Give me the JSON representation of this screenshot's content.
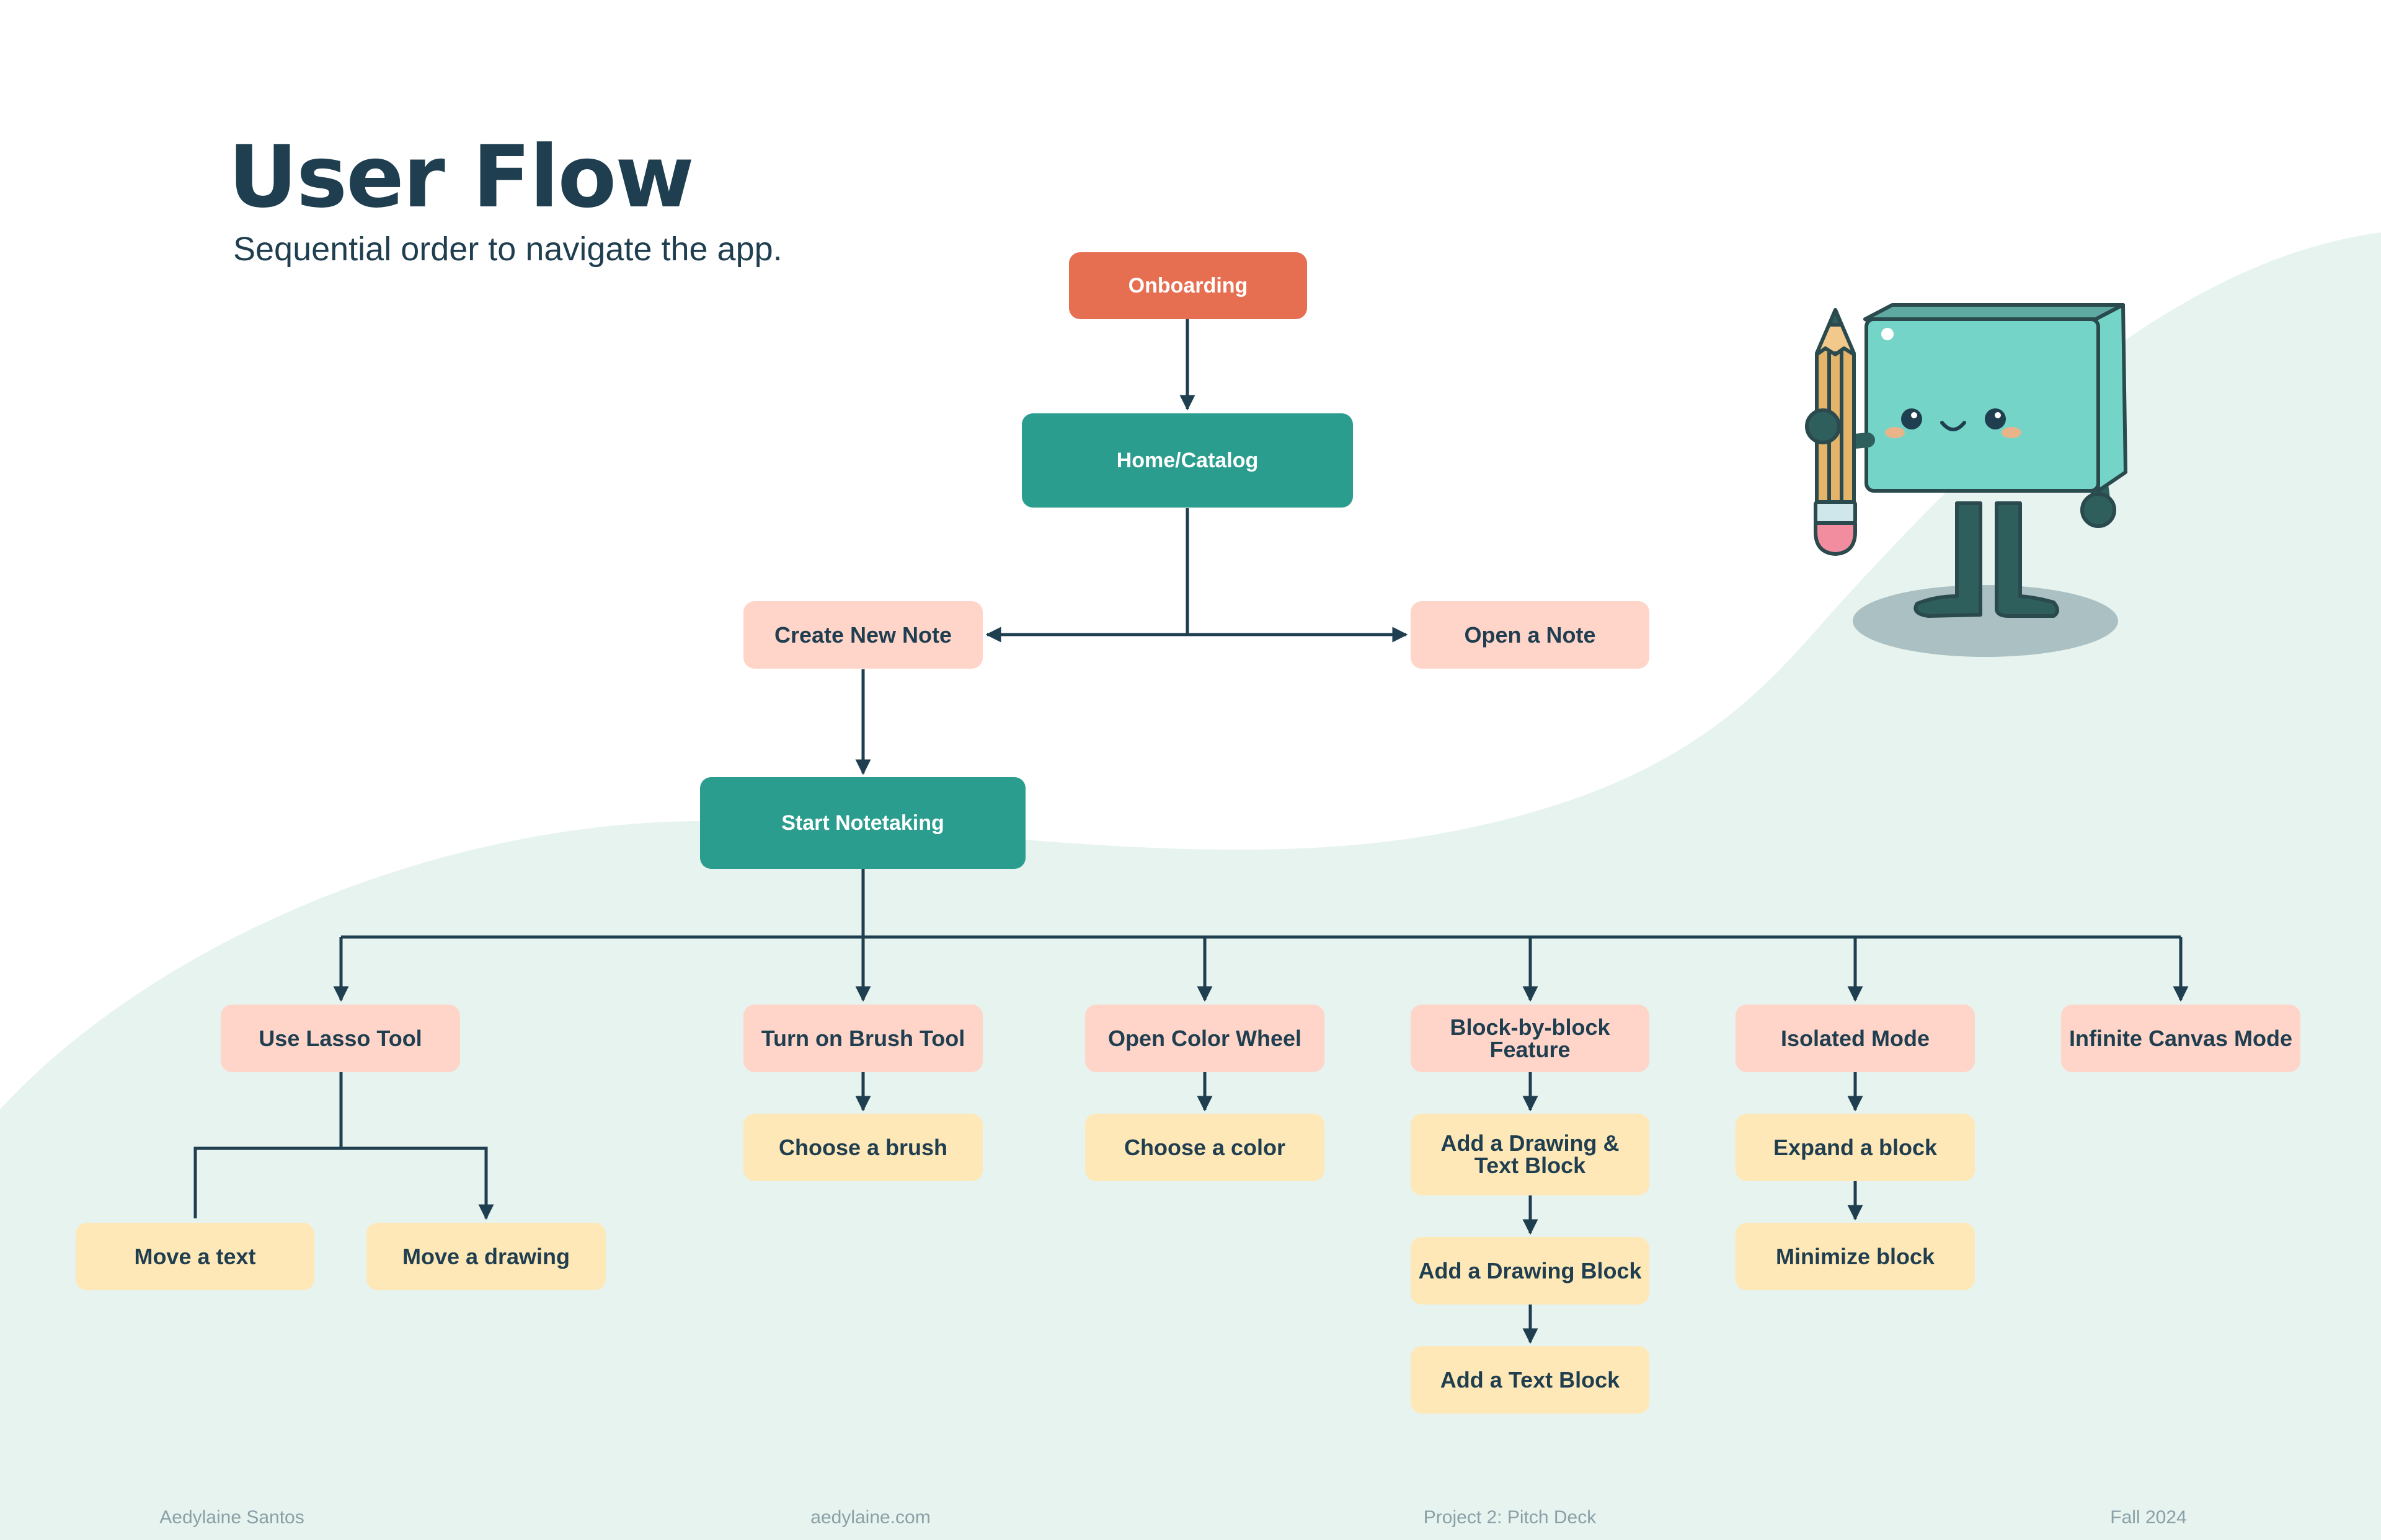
{
  "header": {
    "title": "User Flow",
    "subtitle": "Sequential order to navigate the app."
  },
  "colors": {
    "primary_teal": "#2a9d8f",
    "accent_orange": "#e76f51",
    "light_pink": "#ffd5c9",
    "light_cream": "#ffe8b8",
    "text_dark": "#1f3e4f",
    "background_mint": "#e6f3ef"
  },
  "flow": {
    "onboarding": "Onboarding",
    "home_catalog": "Home/Catalog",
    "create_new_note": "Create New Note",
    "open_a_note": "Open a Note",
    "start_notetaking": "Start Notetaking",
    "use_lasso_tool": "Use Lasso Tool",
    "move_a_text": "Move a text",
    "move_a_drawing": "Move a drawing",
    "turn_on_brush_tool": "Turn on Brush Tool",
    "choose_a_brush": "Choose a brush",
    "open_color_wheel": "Open Color Wheel",
    "choose_a_color": "Choose a color",
    "block_by_block_feature": "Block-by-block Feature",
    "add_drawing_text_block_line1": "Add a Drawing &",
    "add_drawing_text_block_line2": "Text Block",
    "add_a_drawing_block": "Add a Drawing Block",
    "add_a_text_block": "Add a Text Block",
    "isolated_mode": "Isolated Mode",
    "expand_a_block": "Expand a block",
    "minimize_block": "Minimize block",
    "infinite_canvas_mode": "Infinite Canvas Mode"
  },
  "mascot": {
    "icon": "cube-mascot-with-pencil-icon"
  },
  "footer": {
    "author": "Aedylaine Santos",
    "website": "aedylaine.com",
    "project": "Project 2: Pitch Deck",
    "term": "Fall 2024"
  }
}
